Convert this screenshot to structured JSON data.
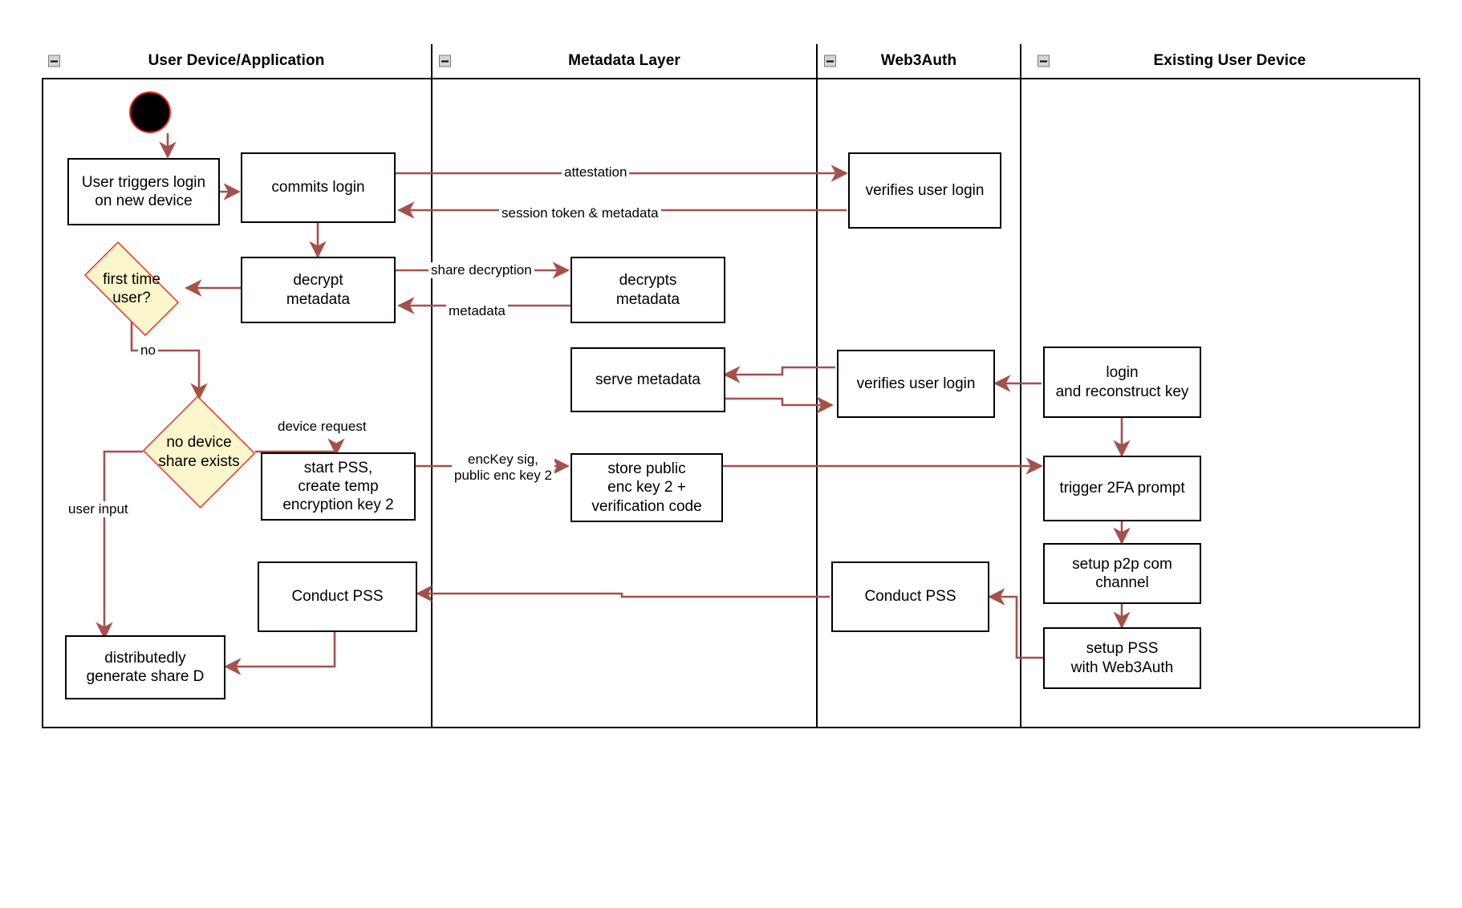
{
  "diagram": {
    "type": "uml-activity-swimlane",
    "colors": {
      "edge": "#a4514b",
      "decision_border": "#e8291f",
      "decision_fill": "#fcf6cd",
      "node_border": "#000000",
      "node_fill": "#ffffff",
      "start_fill": "#000000",
      "start_border": "#e8291f",
      "lane_border": "#000000",
      "background": "#ffffff"
    }
  },
  "lanes": [
    {
      "id": "lane-user-device",
      "title": "User Device/Application",
      "collapse_icon": "minus-box-icon"
    },
    {
      "id": "lane-metadata",
      "title": "Metadata Layer",
      "collapse_icon": "minus-box-icon"
    },
    {
      "id": "lane-web3auth",
      "title": "Web3Auth",
      "collapse_icon": "minus-box-icon"
    },
    {
      "id": "lane-existing-device",
      "title": "Existing User Device",
      "collapse_icon": "minus-box-icon"
    }
  ],
  "nodes": [
    {
      "id": "start",
      "kind": "start",
      "lane": 0,
      "label": ""
    },
    {
      "id": "user-triggers-login",
      "kind": "action",
      "lane": 0,
      "label": "User triggers login\non new device"
    },
    {
      "id": "commits-login",
      "kind": "action",
      "lane": 0,
      "label": "commits login"
    },
    {
      "id": "decrypt-metadata",
      "kind": "action",
      "lane": 0,
      "label": "decrypt\nmetadata"
    },
    {
      "id": "first-time-user",
      "kind": "decision",
      "lane": 0,
      "label": "first time\nuser?"
    },
    {
      "id": "no-device-share-exists",
      "kind": "decision",
      "lane": 0,
      "label": "no device\nshare exists"
    },
    {
      "id": "start-pss-create-temp-key",
      "kind": "action",
      "lane": 0,
      "label": "start PSS,\ncreate temp\nencryption key 2"
    },
    {
      "id": "conduct-pss-user",
      "kind": "action",
      "lane": 0,
      "label": "Conduct PSS"
    },
    {
      "id": "distributedly-generate-share-d",
      "kind": "action",
      "lane": 0,
      "label": "distributedly\ngenerate share D"
    },
    {
      "id": "decrypts-metadata",
      "kind": "action",
      "lane": 1,
      "label": "decrypts\nmetadata"
    },
    {
      "id": "serve-metadata",
      "kind": "action",
      "lane": 1,
      "label": "serve metadata"
    },
    {
      "id": "store-public-enc-key-2",
      "kind": "action",
      "lane": 1,
      "label": "store public\nenc key 2 +\nverification code"
    },
    {
      "id": "verifies-user-login-1",
      "kind": "action",
      "lane": 2,
      "label": "verifies user login"
    },
    {
      "id": "verifies-user-login-2",
      "kind": "action",
      "lane": 2,
      "label": "verifies user login"
    },
    {
      "id": "conduct-pss-web3auth",
      "kind": "action",
      "lane": 2,
      "label": "Conduct PSS"
    },
    {
      "id": "login-and-reconstruct-key",
      "kind": "action",
      "lane": 3,
      "label": "login\nand reconstruct key"
    },
    {
      "id": "trigger-2fa-prompt",
      "kind": "action",
      "lane": 3,
      "label": "trigger 2FA prompt"
    },
    {
      "id": "setup-p2p-com-channel",
      "kind": "action",
      "lane": 3,
      "label": "setup p2p com\nchannel"
    },
    {
      "id": "setup-pss-with-web3auth",
      "kind": "action",
      "lane": 3,
      "label": "setup PSS\nwith Web3Auth"
    }
  ],
  "edge_labels": [
    {
      "id": "edge-label-attestation",
      "text": "attestation"
    },
    {
      "id": "edge-label-session-token",
      "text": "session token & metadata"
    },
    {
      "id": "edge-label-share-decryption",
      "text": "share decryption"
    },
    {
      "id": "edge-label-metadata",
      "text": "metadata"
    },
    {
      "id": "edge-label-no",
      "text": "no"
    },
    {
      "id": "edge-label-device-request",
      "text": "device request"
    },
    {
      "id": "edge-label-user-input",
      "text": "user input"
    },
    {
      "id": "edge-label-enckey-sig",
      "text": "encKey sig,\npublic enc key 2"
    }
  ]
}
